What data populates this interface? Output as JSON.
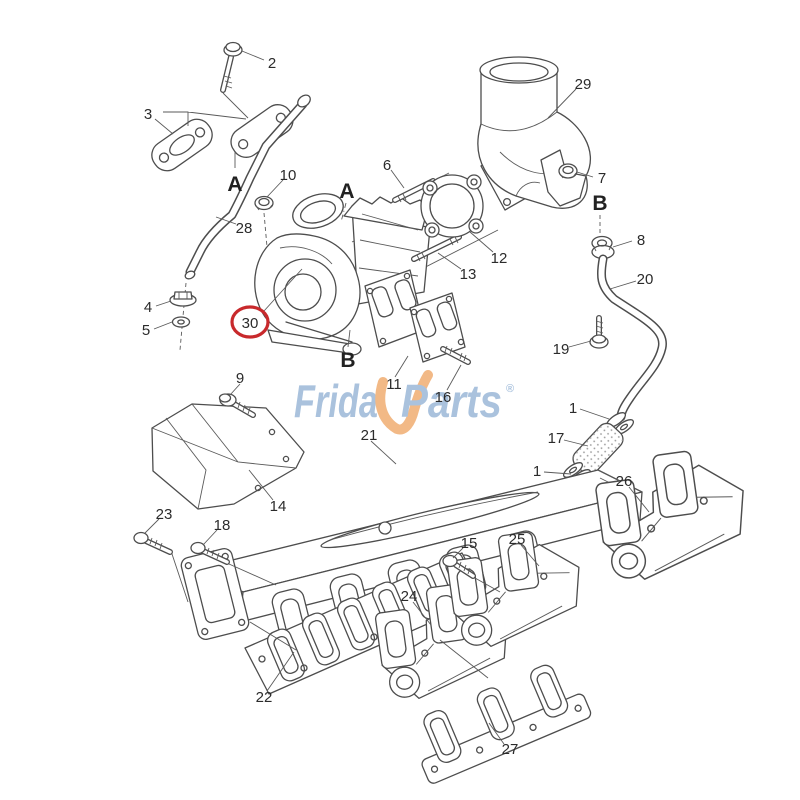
{
  "page": {
    "type": "exploded-parts-diagram",
    "background": "#ffffff"
  },
  "watermark": {
    "brand_left": "Frida",
    "brand_right": "Parts",
    "registered_mark": "®",
    "swoosh_icon": "orange-check-swoosh",
    "blue": "#9cb8d8",
    "orange": "#f0ad72"
  },
  "highlight": {
    "circled_callout": "30",
    "ring_color": "#c8292c"
  },
  "callouts": {
    "c1a": "1",
    "c1b": "1",
    "c2": "2",
    "c3": "3",
    "c4": "4",
    "c5": "5",
    "c6": "6",
    "c7": "7",
    "c8": "8",
    "c9": "9",
    "c10": "10",
    "c11": "11",
    "c12": "12",
    "c13": "13",
    "c14": "14",
    "c15": "15",
    "c16": "16",
    "c17": "17",
    "c18": "18",
    "c19": "19",
    "c20": "20",
    "c21": "21",
    "c22": "22",
    "c23": "23",
    "c24": "24",
    "c25": "25",
    "c26": "26",
    "c27": "27",
    "c28": "28",
    "c29": "29",
    "c30": "30",
    "viewA_top": "A",
    "viewA_turbo": "A",
    "viewB_pipe": "B",
    "viewB_turbo": "B"
  }
}
